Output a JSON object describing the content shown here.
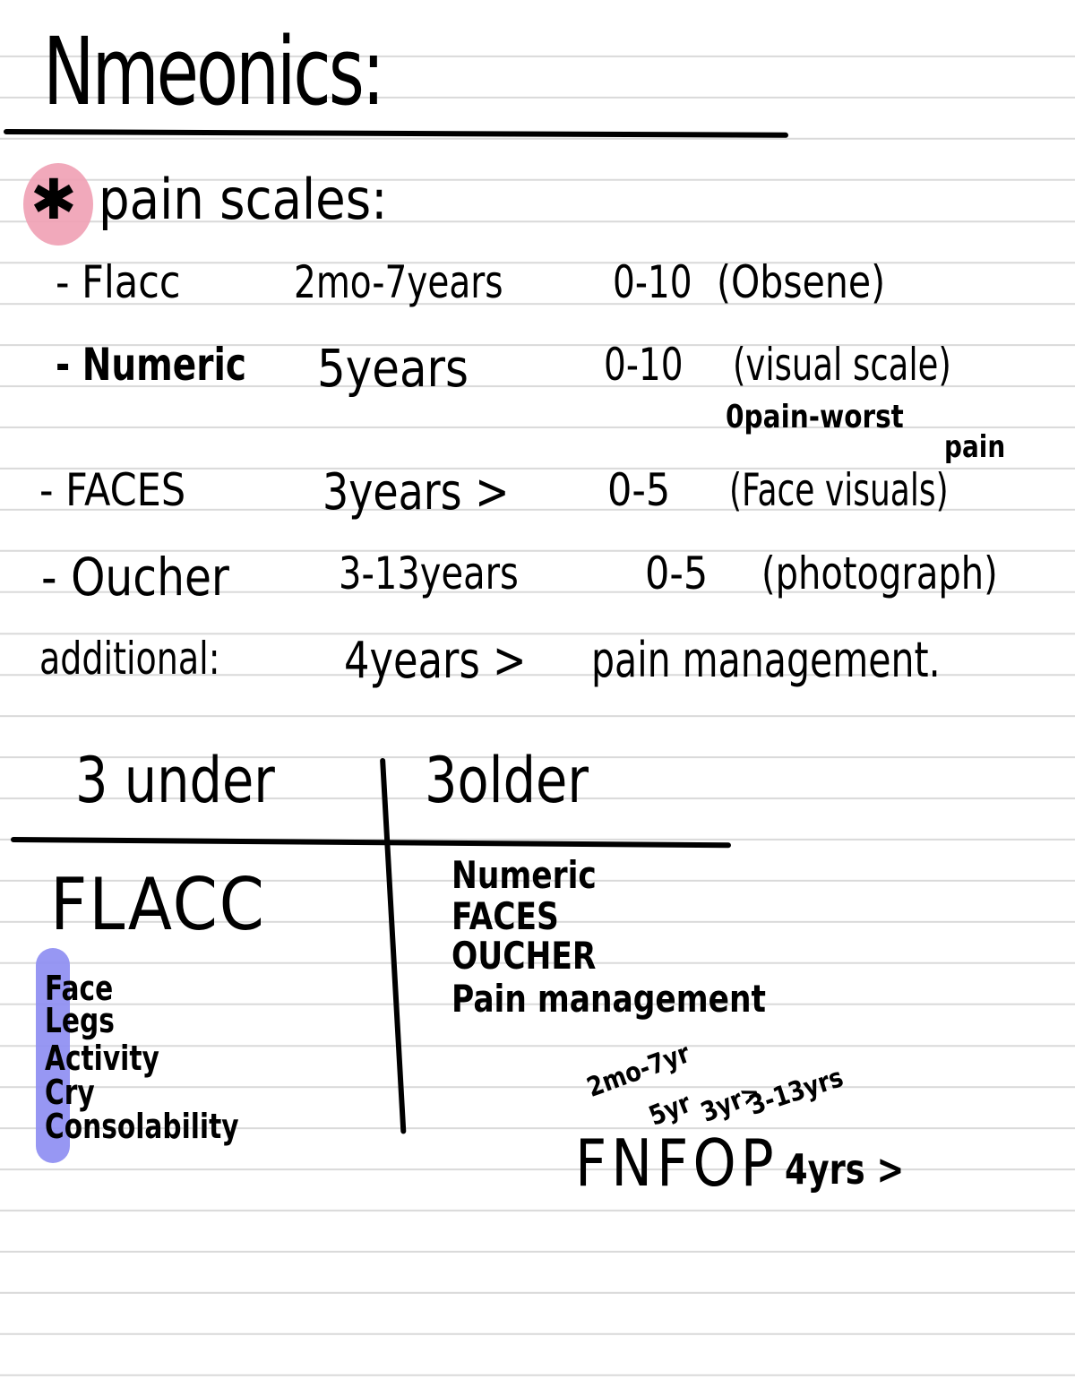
{
  "title": "Nmeonics:",
  "section": {
    "marker": "✱",
    "heading": "pain scales:",
    "highlight_color": "#f0a0b4"
  },
  "scales": [
    {
      "label": "- Flacc",
      "age": "2mo-7years",
      "range": "0-10",
      "note": "(Obsene)"
    },
    {
      "label": "- Numeric",
      "age": "5years",
      "range": "0-10",
      "note": "(visual scale)"
    },
    {
      "label": "- FACES",
      "age": "3years >",
      "range": "0-5",
      "note": "(Face visuals)"
    },
    {
      "label": "- Oucher",
      "age": "3-13years",
      "range": "0-5",
      "note": "(photograph)"
    }
  ],
  "numeric_subnote": {
    "line1": "0pain-worst",
    "line2": "pain"
  },
  "additional": {
    "label": "additional:",
    "age": "4years >",
    "text": "pain management."
  },
  "table": {
    "left_header": "3 under",
    "right_header": "3older",
    "left_main": "FLACC",
    "left_items": [
      "Face",
      "Legs",
      "Activity",
      "Cry",
      "Consolability"
    ],
    "left_highlight_color": "#8c8cf2",
    "right_items": [
      "Numeric",
      "FACES",
      "OUCHER",
      "Pain management"
    ]
  },
  "summary": {
    "ages": [
      "2mo-7yr",
      "5yr",
      "3yr>",
      "3-13yrs"
    ],
    "acronym": "FNFOP",
    "last_age": "4yrs >"
  }
}
